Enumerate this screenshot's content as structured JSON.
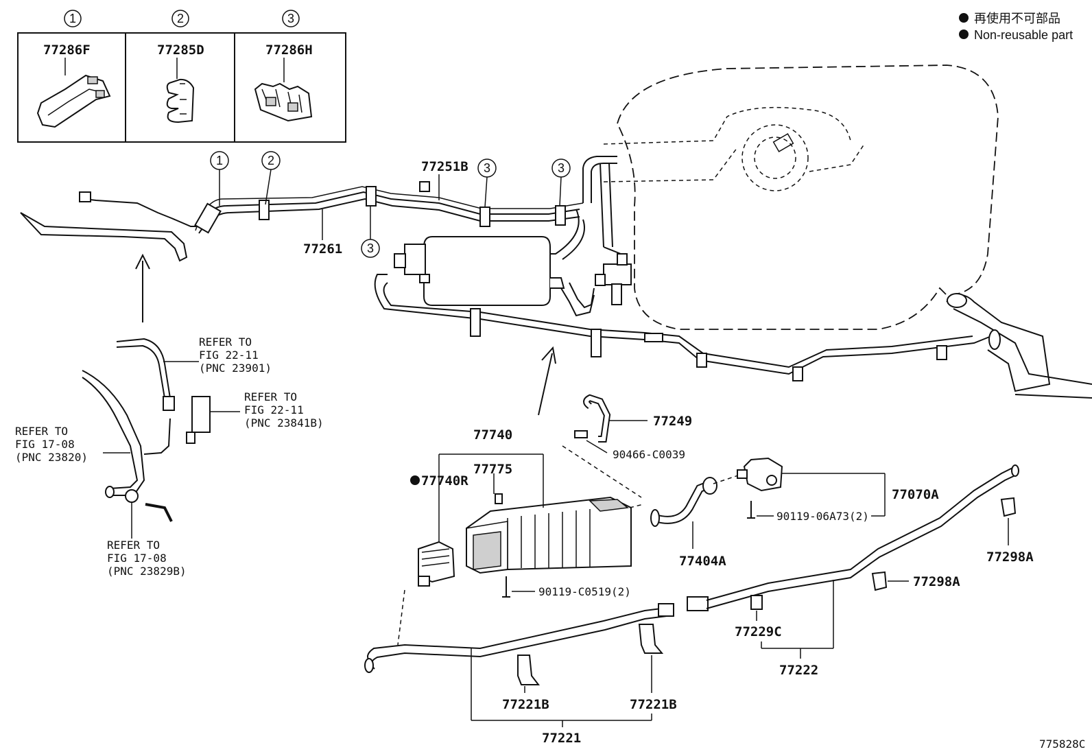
{
  "legend": {
    "line1": "再使用不可部品",
    "line2": "Non-reusable part"
  },
  "inset": {
    "cells": [
      {
        "num": "1",
        "part": "77286F"
      },
      {
        "num": "2",
        "part": "77285D"
      },
      {
        "num": "3",
        "part": "77286H"
      }
    ]
  },
  "callouts": {
    "c1": "1",
    "c2": "2",
    "c3a": "3",
    "c3b": "3",
    "c3c": "3"
  },
  "labels": {
    "p77251B": "77251B",
    "p77261": "77261",
    "p77249": "77249",
    "p90466": "90466-C0039",
    "p77740": "77740",
    "p77775": "77775",
    "p77740R": "77740R",
    "p77070A": "77070A",
    "p90119_06A73": "90119-06A73(2)",
    "p77404A": "77404A",
    "p77298A_1": "77298A",
    "p77298A_2": "77298A",
    "p90119_C0519": "90119-C0519(2)",
    "p77229C": "77229C",
    "p77222": "77222",
    "p77221B_1": "77221B",
    "p77221B_2": "77221B",
    "p77221": "77221",
    "diagram_id": "775828C"
  },
  "refs": {
    "ref1": {
      "l1": "REFER TO",
      "l2": "FIG 22-11",
      "l3": "(PNC 23901)"
    },
    "ref2": {
      "l1": "REFER TO",
      "l2": "FIG 22-11",
      "l3": "(PNC 23841B)"
    },
    "ref3": {
      "l1": "REFER TO",
      "l2": "FIG 17-08",
      "l3": "(PNC 23820)"
    },
    "ref4": {
      "l1": "REFER TO",
      "l2": "FIG 17-08",
      "l3": "(PNC 23829B)"
    }
  }
}
